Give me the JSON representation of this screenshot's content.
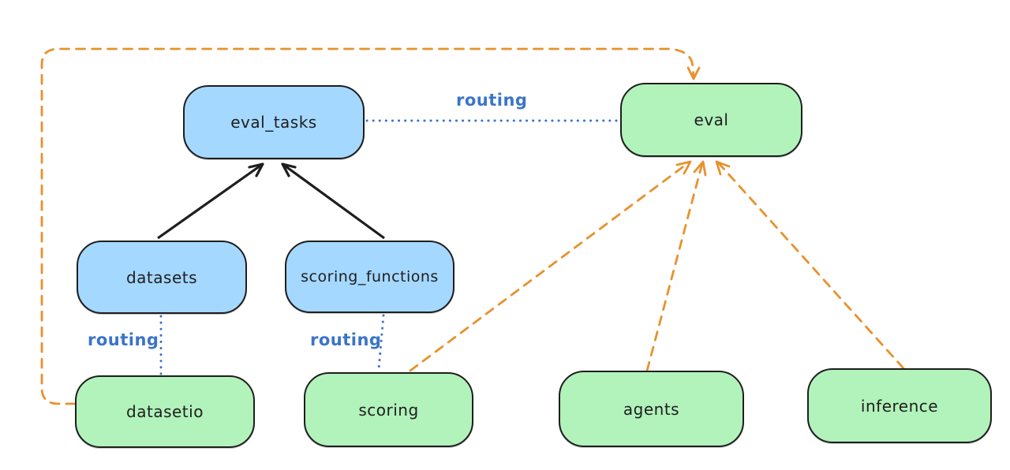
{
  "diagram": {
    "background": "#ffffff",
    "colors": {
      "blue_node_fill": "#a5d8ff",
      "green_node_fill": "#b2f2bb",
      "node_stroke": "#1e1e1e",
      "routing_blue": "#3b74c9",
      "dashed_orange": "#e8912d",
      "solid_arrow_black": "#1e1e1e"
    },
    "nodes": {
      "eval_tasks": {
        "label": "eval_tasks",
        "fill": "#a5d8ff"
      },
      "eval": {
        "label": "eval",
        "fill": "#b2f2bb"
      },
      "datasets": {
        "label": "datasets",
        "fill": "#a5d8ff"
      },
      "scoring_functions": {
        "label": "scoring_functions",
        "fill": "#a5d8ff"
      },
      "datasetio": {
        "label": "datasetio",
        "fill": "#b2f2bb"
      },
      "scoring": {
        "label": "scoring",
        "fill": "#b2f2bb"
      },
      "agents": {
        "label": "agents",
        "fill": "#b2f2bb"
      },
      "inference": {
        "label": "inference",
        "fill": "#b2f2bb"
      }
    },
    "labels": {
      "routing_eval_tasks_to_eval": "routing",
      "routing_datasets_to_datasetio": "routing",
      "routing_scoring_functions_to_scoring": "routing"
    },
    "edges": [
      {
        "from": "datasets",
        "to": "eval_tasks",
        "style": "solid",
        "color": "#1e1e1e",
        "arrow": true
      },
      {
        "from": "scoring_functions",
        "to": "eval_tasks",
        "style": "solid",
        "color": "#1e1e1e",
        "arrow": true
      },
      {
        "from": "eval_tasks",
        "to": "eval",
        "style": "dotted",
        "color": "#3b74c9",
        "label": "routing",
        "arrow": false
      },
      {
        "from": "datasets",
        "to": "datasetio",
        "style": "dotted",
        "color": "#3b74c9",
        "label": "routing",
        "arrow": false
      },
      {
        "from": "scoring_functions",
        "to": "scoring",
        "style": "dotted",
        "color": "#3b74c9",
        "label": "routing",
        "arrow": false
      },
      {
        "from": "datasetio",
        "to": "eval",
        "style": "dashed",
        "color": "#e8912d",
        "arrow": true
      },
      {
        "from": "scoring",
        "to": "eval",
        "style": "dashed",
        "color": "#e8912d",
        "arrow": true
      },
      {
        "from": "agents",
        "to": "eval",
        "style": "dashed",
        "color": "#e8912d",
        "arrow": true
      },
      {
        "from": "inference",
        "to": "eval",
        "style": "dashed",
        "color": "#e8912d",
        "arrow": true
      }
    ]
  }
}
